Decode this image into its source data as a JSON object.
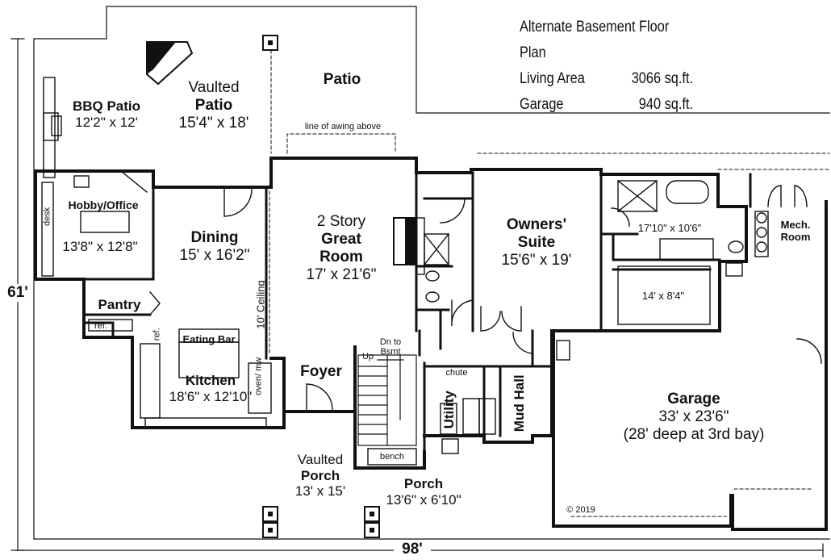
{
  "header": {
    "title": "Alternate Basement Floor Plan",
    "living_label": "Living Area",
    "living_value": "3066 sq.ft.",
    "garage_label": "Garage",
    "garage_value": "940 sq.ft."
  },
  "rooms": {
    "bbq": {
      "name": "BBQ Patio",
      "size": "12'2\" x 12'"
    },
    "vaulted_patio": {
      "line1": "Vaulted",
      "line2": "Patio",
      "size": "15'4\" x 18'"
    },
    "patio": {
      "name": "Patio"
    },
    "awning": {
      "label": "line of awing above"
    },
    "hobby": {
      "name": "Hobby/Office",
      "size": "13'8\" x 12'8\"",
      "desk": "desk"
    },
    "dining": {
      "name": "Dining",
      "size": "15' x 16'2\""
    },
    "great_room": {
      "line1": "2 Story",
      "line2": "Great",
      "line3": "Room",
      "size": "17' x 21'6\""
    },
    "ceiling": {
      "label": "10' Ceiling"
    },
    "pantry": {
      "name": "Pantry",
      "ref": "ref."
    },
    "eating_bar": {
      "name": "Eating Bar"
    },
    "kitchen": {
      "name": "Kitchen",
      "size": "18'6\" x 12'10\"",
      "ref": "ref.",
      "oven": "oven/ mw"
    },
    "foyer": {
      "name": "Foyer"
    },
    "stairs": {
      "up": "Up",
      "dn": "Dn to",
      "bsmt": "Bsmt",
      "bench": "bench"
    },
    "utility": {
      "name": "Utility",
      "chute": "chute"
    },
    "mud_hall": {
      "name": "Mud Hall"
    },
    "owners_suite": {
      "line1": "Owners'",
      "line2": "Suite",
      "size": "15'6\" x 19'"
    },
    "owners_bath": {
      "size": "17'10\" x 10'6\""
    },
    "closet": {
      "size": "14' x 8'4\""
    },
    "mech": {
      "line1": "Mech.",
      "line2": "Room"
    },
    "garage": {
      "name": "Garage",
      "size": "33' x 23'6\"",
      "note": "(28' deep at 3rd bay)"
    },
    "vaulted_porch": {
      "line1": "Vaulted",
      "line2": "Porch",
      "size": "13' x 15'"
    },
    "porch": {
      "name": "Porch",
      "size": "13'6\" x 6'10\""
    }
  },
  "dimensions": {
    "width": "98'",
    "depth": "61'"
  },
  "copyright": "© 2019"
}
